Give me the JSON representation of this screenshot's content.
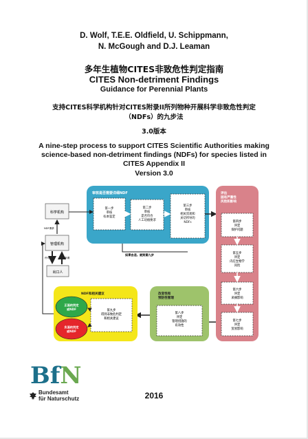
{
  "authors": {
    "line1": "D. Wolf, T.E.E. Oldfield, U. Schippmann,",
    "line2": "N. McGough and D.J. Leaman"
  },
  "title_cn": "多年生植物CITES非致危性判定指南",
  "title_en": "CITES Non-detriment Findings",
  "subtitle_en": "Guidance for Perennial Plants",
  "subtitle_cn": {
    "line1": "支持CITES科学机构针对CITES附录II所列物种开展科学非致危性判定",
    "line2": "（NDFs）的九步法"
  },
  "version_cn": "3.0版本",
  "description_en": {
    "line1": "A nine-step process to support CITES Scientific Authorities making",
    "line2": "science-based non-detriment findings (NDFs) for species listed in",
    "line3": "CITES Appendix II"
  },
  "version_en": "Version 3.0",
  "diagram": {
    "colors": {
      "blue": "#3aa6c9",
      "red": "#d9828a",
      "yellow": "#f4e61a",
      "green": "#9ec36b",
      "adv_green": "#2ea84a",
      "adv_red": "#e5262b"
    },
    "blue_header": "审核是否需要详细NDF",
    "step1": [
      "第一步",
      "审核",
      "标本鉴定"
    ],
    "step2": [
      "第二步",
      "审核",
      "是否符合",
      "人工培植要求"
    ],
    "step3": [
      "第三步",
      "审核",
      "相关贸易和",
      "关切所导的",
      "NDFs"
    ],
    "left_box1": "科学机构",
    "left_box2": "管理机构",
    "left_label1": "NDF请求",
    "left_label2": "许可",
    "left_label3": "申请",
    "left_box3": "出口人",
    "note_arrow": "如果合适，就到第九步",
    "red_header": [
      "评估",
      "固有严重性",
      "风险和影响"
    ],
    "step4": [
      "第四步",
      "评定",
      "保护问题"
    ],
    "step5": [
      "第五步",
      "评定",
      "内在生物学",
      "风险"
    ],
    "step6": [
      "第六步",
      "评定",
      "采摘影响"
    ],
    "step7": [
      "第七步",
      "评定",
      "贸易影响"
    ],
    "green_header": [
      "改变性和",
      "预防性管理"
    ],
    "step8": [
      "第八步",
      "评定",
      "管理措施的",
      "有效性"
    ],
    "yellow_header": "NDF和相关建议",
    "step9": [
      "第九步",
      "得到非致危判定",
      "和相关建议"
    ],
    "advice_positive": [
      "正面的判定",
      "或NDF"
    ],
    "advice_negative": [
      "负面的判定",
      "或NDF"
    ]
  },
  "publisher": {
    "logo_b": "Bf",
    "logo_n": "N",
    "line1": "Bundesamt",
    "line2": "für Naturschutz"
  },
  "year": "2016"
}
